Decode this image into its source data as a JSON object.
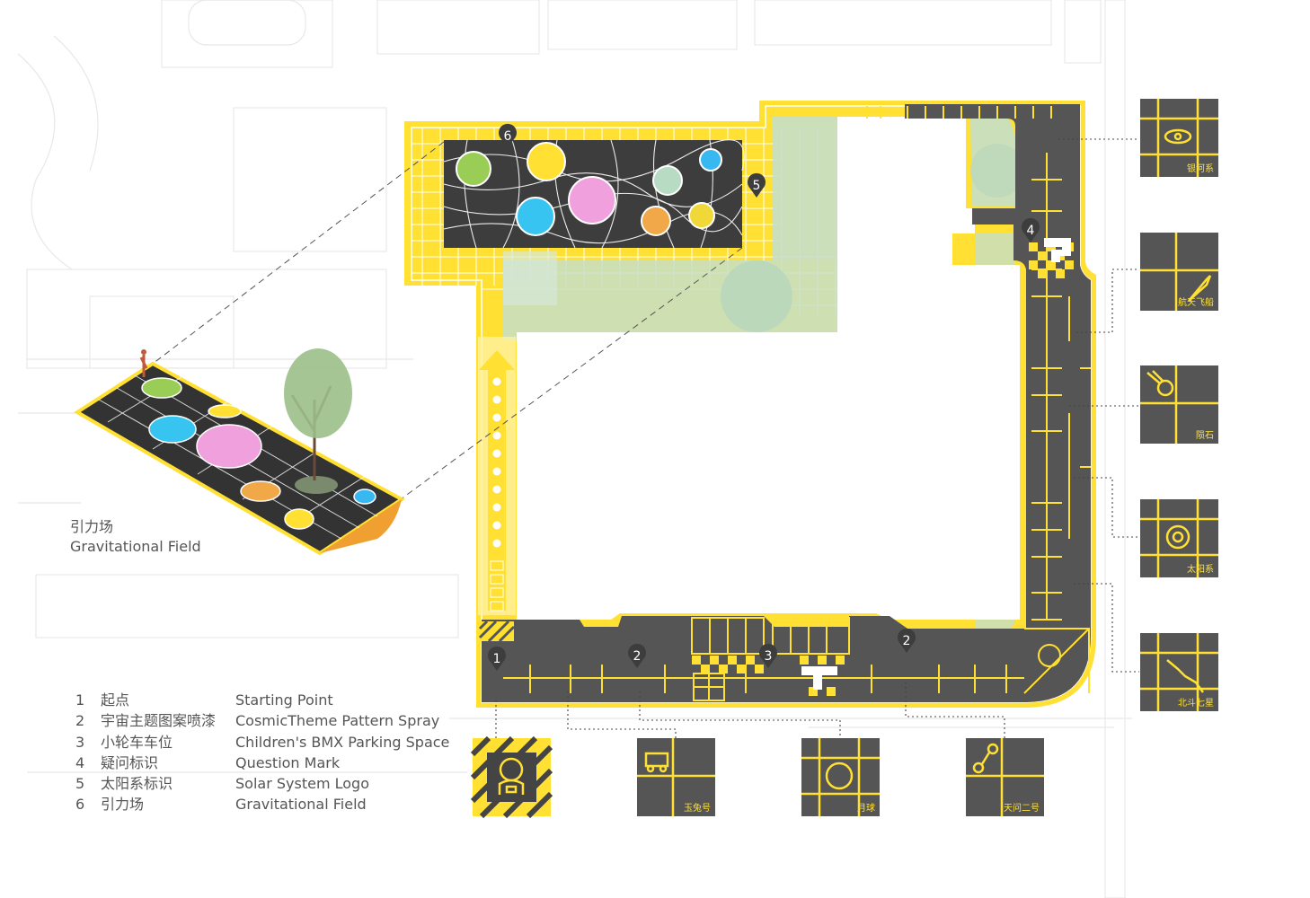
{
  "caption": {
    "zh": "引力场",
    "en": "Gravitational Field"
  },
  "legend": [
    {
      "num": "1",
      "zh": "起点",
      "en": "Starting Point"
    },
    {
      "num": "2",
      "zh": "宇宙主题图案喷漆",
      "en": "CosmicTheme Pattern Spray"
    },
    {
      "num": "3",
      "zh": "小轮车车位",
      "en": "Children's BMX Parking Space"
    },
    {
      "num": "4",
      "zh": "疑问标识",
      "en": "Question Mark"
    },
    {
      "num": "5",
      "zh": "太阳系标识",
      "en": "Solar System Logo"
    },
    {
      "num": "6",
      "zh": "引力场",
      "en": "Gravitational Field"
    }
  ],
  "markers": [
    "1",
    "2",
    "3",
    "4",
    "5",
    "6",
    "2"
  ],
  "tiles": {
    "right": [
      "银河系",
      "航天飞船",
      "陨石",
      "太阳系",
      "北斗七星"
    ],
    "bottom": [
      "玉兔号",
      "月球",
      "天问二号"
    ]
  },
  "colors": {
    "yellow": "#FFE033",
    "asphalt": "#555555",
    "green": "#C5DFC9",
    "marker": "#3D3D3D",
    "line": "#CCCCCC"
  },
  "icons": {
    "marker": "map-pin-icon",
    "rocket": "rocket-icon",
    "meteor": "meteor-icon",
    "sun": "sun-icon",
    "galaxy": "galaxy-icon",
    "dipper": "big-dipper-icon",
    "rover": "moon-rover-icon",
    "moon": "moon-icon",
    "probe": "probe-icon",
    "astronaut": "astronaut-icon"
  }
}
